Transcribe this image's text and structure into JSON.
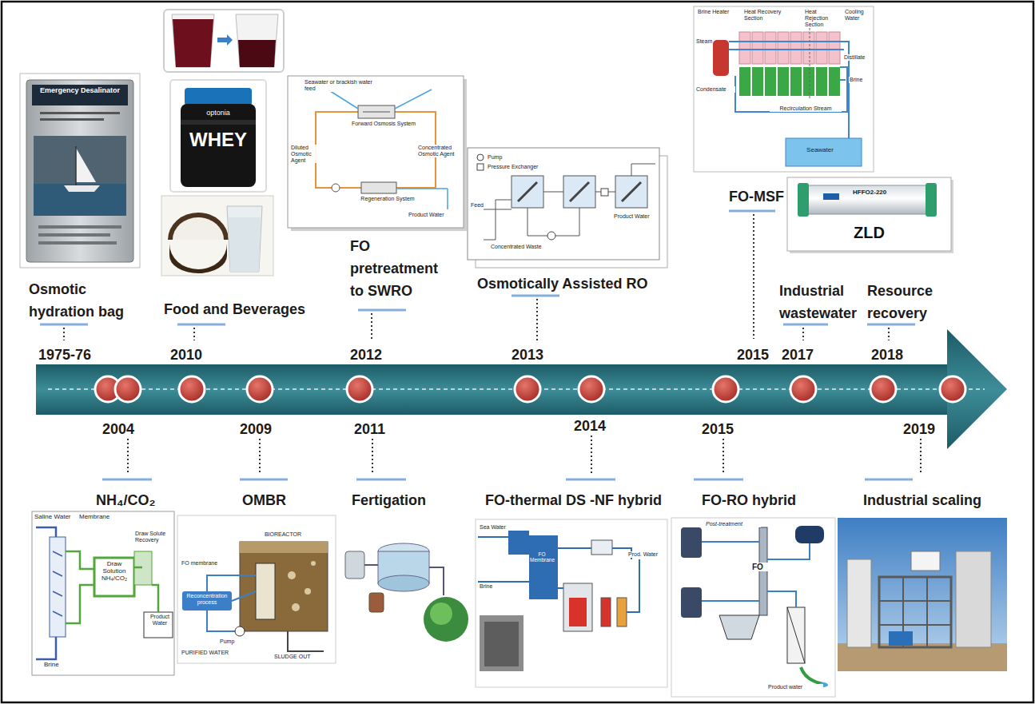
{
  "diagram": {
    "nodes": [
      {
        "text": [
          "Emergency Desalinator"
        ]
      },
      {
        "text": [
          "optonia",
          "WHEY"
        ]
      },
      {
        "text": [
          "Seawater or brackish water feed",
          "Forward Osmosis System",
          "Diluted Osmotic Agent",
          "Concentrated Osmotic Agent",
          "Regeneration System",
          "Product Water"
        ]
      },
      {
        "text": [
          "Pump",
          "Pressure Exchanger",
          "Feed",
          "Concentrated Waste",
          "Product Water"
        ]
      },
      {
        "text": [
          "Brine Heater",
          "Heat Recovery Section",
          "Heat Rejection Section",
          "Cooling Water",
          "Steam",
          "Condensate",
          "Distillate",
          "Brine",
          "Recirculation Stream",
          "Seawater"
        ]
      },
      {
        "text": [
          "HFFO2-220",
          "ZLD"
        ]
      },
      {
        "text": [
          "Saline Water",
          "Membrane",
          "Draw Solution NH₄/CO₂",
          "Draw Solute Recovery",
          "Product Water",
          "Brine"
        ]
      },
      {
        "text": [
          "BIOREACTOR",
          "FO membrane",
          "Reconcentration process",
          "Pump",
          "PURIFIED WATER",
          "SLUDGE OUT"
        ]
      },
      {
        "text": [
          "Sea Water",
          "FO Membrane",
          "Brine",
          "Prod. Water"
        ]
      },
      {
        "text": [
          "Post-treatment",
          "FO",
          "Product water"
        ]
      }
    ],
    "labels": [
      "Osmotic hydration bag",
      "1975-76",
      "Food and Beverages",
      "2010",
      "FO pretreatment to SWRO",
      "2012",
      "Osmotically Assisted RO",
      "2013",
      "FO-MSF",
      "2015",
      "Industrial wastewater",
      "2017",
      "Resource recovery",
      "2018",
      "2004",
      "NH₄/CO₂",
      "2009",
      "OMBR",
      "2011",
      "Fertigation",
      "2014",
      "FO-thermal DS -NF hybrid",
      "2015",
      "FO-RO hybrid",
      "2019",
      "Industrial scaling"
    ]
  }
}
